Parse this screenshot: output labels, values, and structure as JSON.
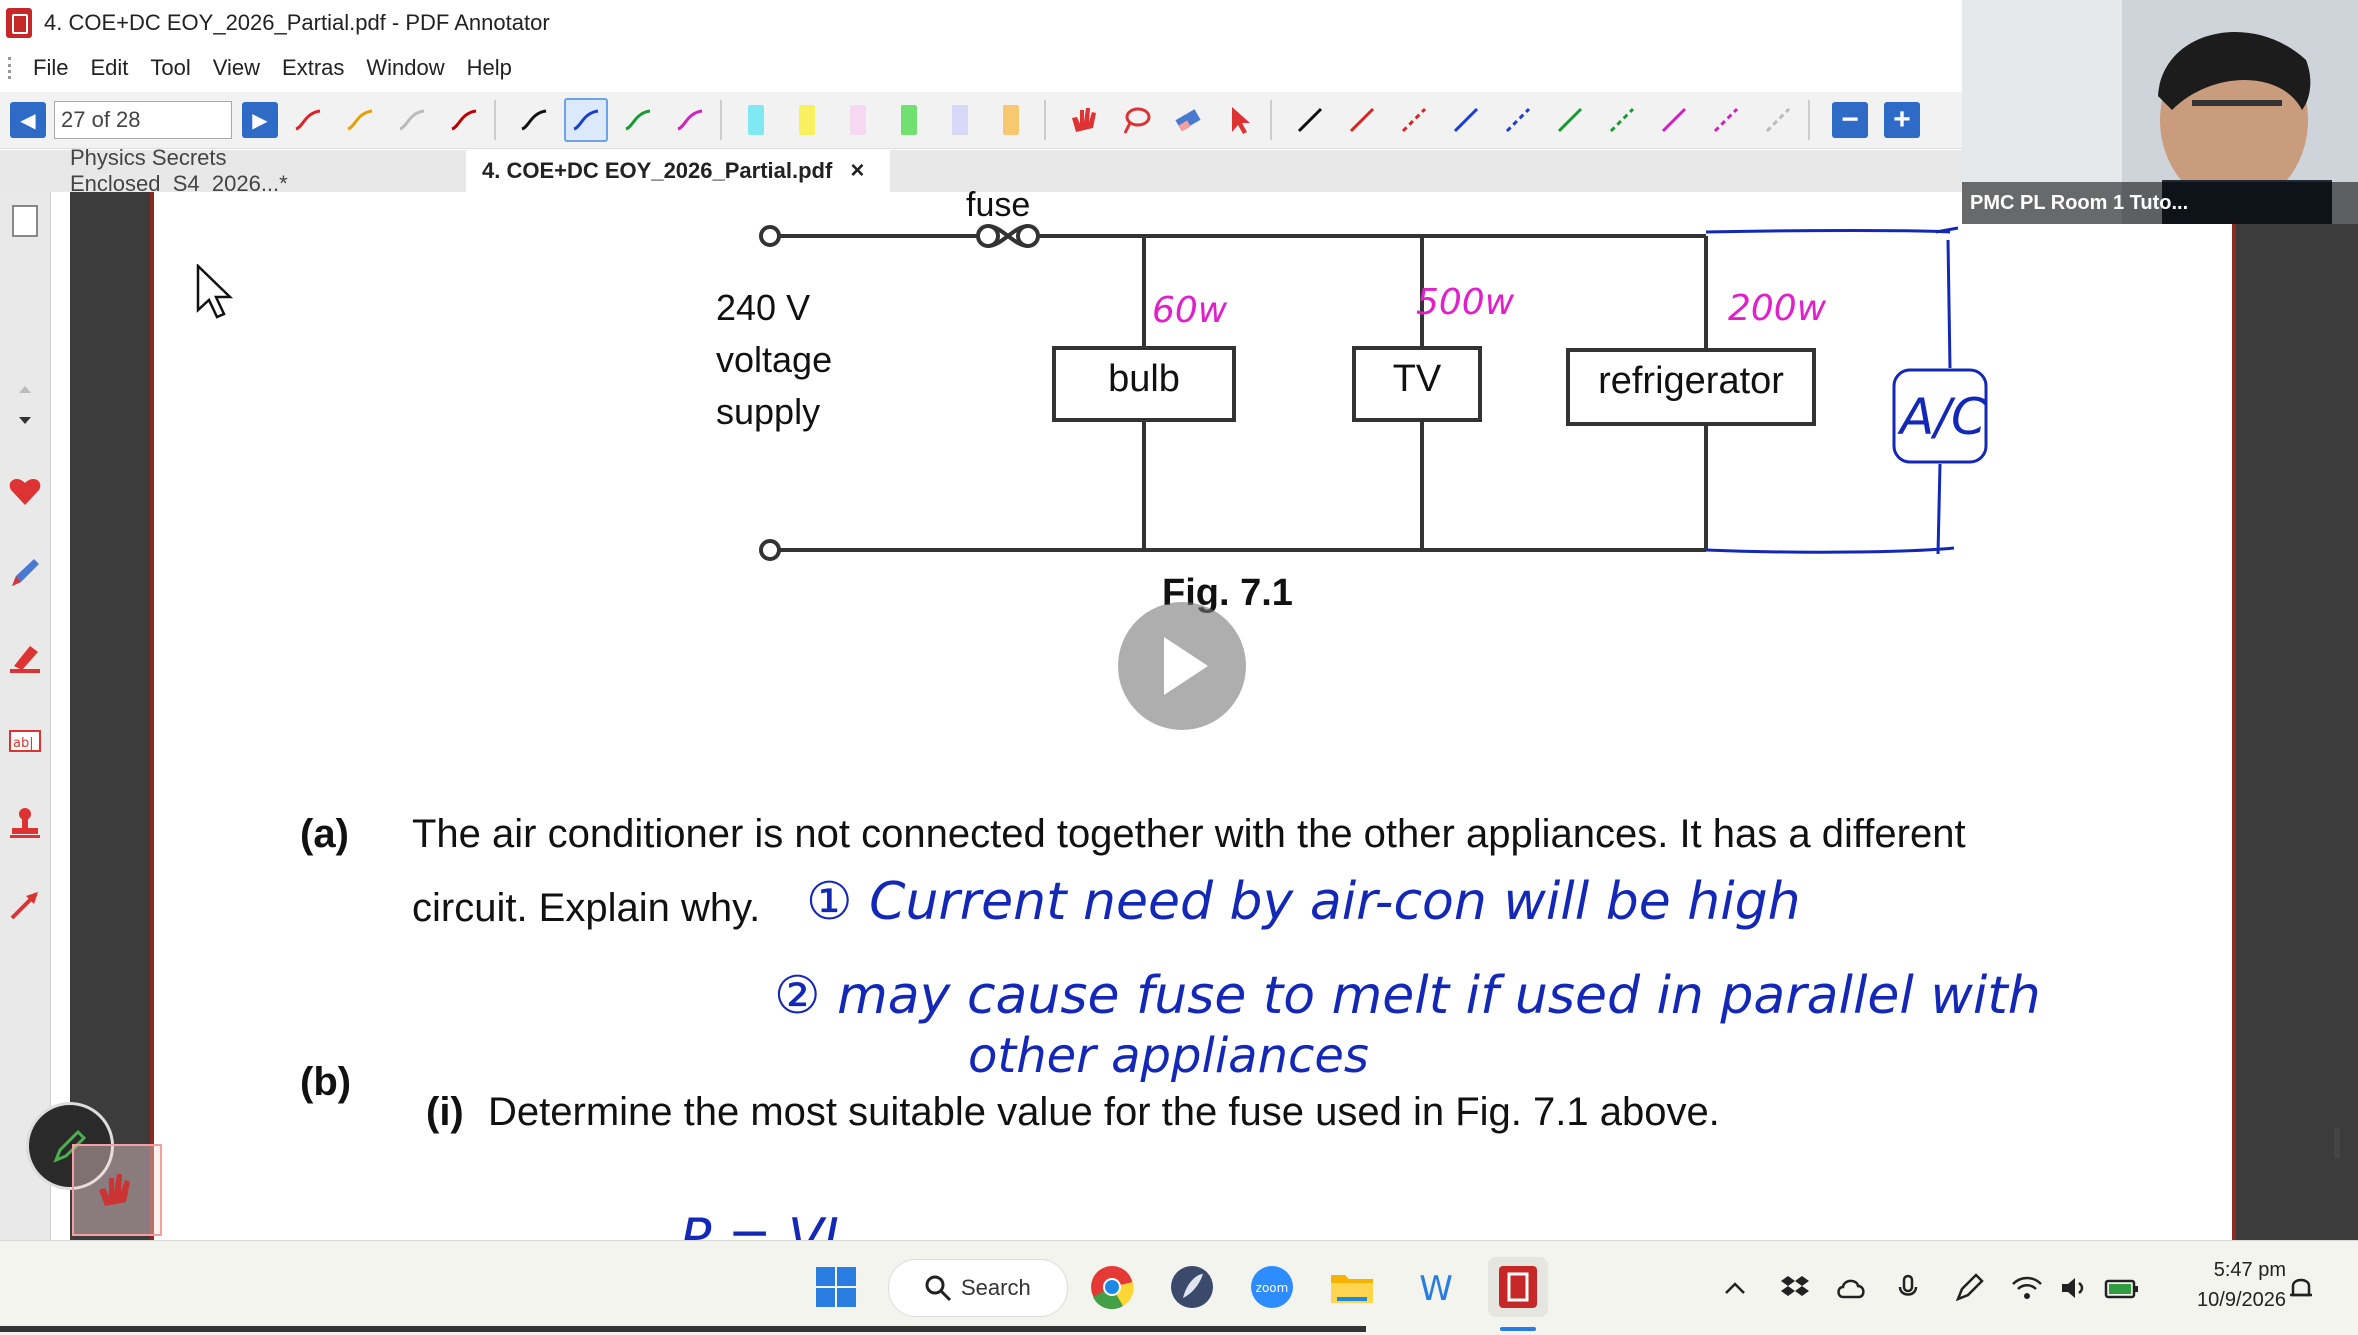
{
  "window": {
    "title": "4. COE+DC EOY_2026_Partial.pdf - PDF Annotator"
  },
  "menu": [
    "File",
    "Edit",
    "Tool",
    "View",
    "Extras",
    "Window",
    "Help"
  ],
  "toolbar": {
    "page_indicator": "27 of 28"
  },
  "tabs": [
    {
      "label": "Physics Secrets Enclosed_S4_2026...*"
    },
    {
      "label": "4. COE+DC EOY_2026_Partial.pdf",
      "close": "×"
    }
  ],
  "document": {
    "figure": {
      "fuse_label": "fuse",
      "supply_lines": [
        "240 V",
        "voltage",
        "supply"
      ],
      "components": [
        "bulb",
        "TV",
        "refrigerator"
      ],
      "caption": "Fig. 7.1"
    },
    "question_a": {
      "label": "(a)",
      "line1": "The air conditioner is not connected together with the other appliances. It has a different",
      "line2": "circuit. Explain why."
    },
    "question_b": {
      "label": "(b)",
      "sub_label": "(i)",
      "text": "Determine the most suitable value for the fuse used in Fig. 7.1 above."
    },
    "handwriting": {
      "bulb_power": "60w",
      "tv_power": "500w",
      "fridge_power": "200w",
      "ac_label": "A/C",
      "answer1": "① Current need by air-con will be high",
      "answer2": "② may cause fuse to melt if used in parallel with",
      "answer3": "other appliances",
      "partial_formula": "P = VI"
    }
  },
  "video": {
    "participant": "PMC PL Room 1 Tuto..."
  },
  "taskbar": {
    "search_label": "Search",
    "time": "5:47 pm",
    "date": "10/9/2026"
  },
  "colors": {
    "accent": "#2e6bc7",
    "ink_blue": "#1428b8",
    "ink_magenta": "#e020c8",
    "page_border": "#8b2a20"
  }
}
